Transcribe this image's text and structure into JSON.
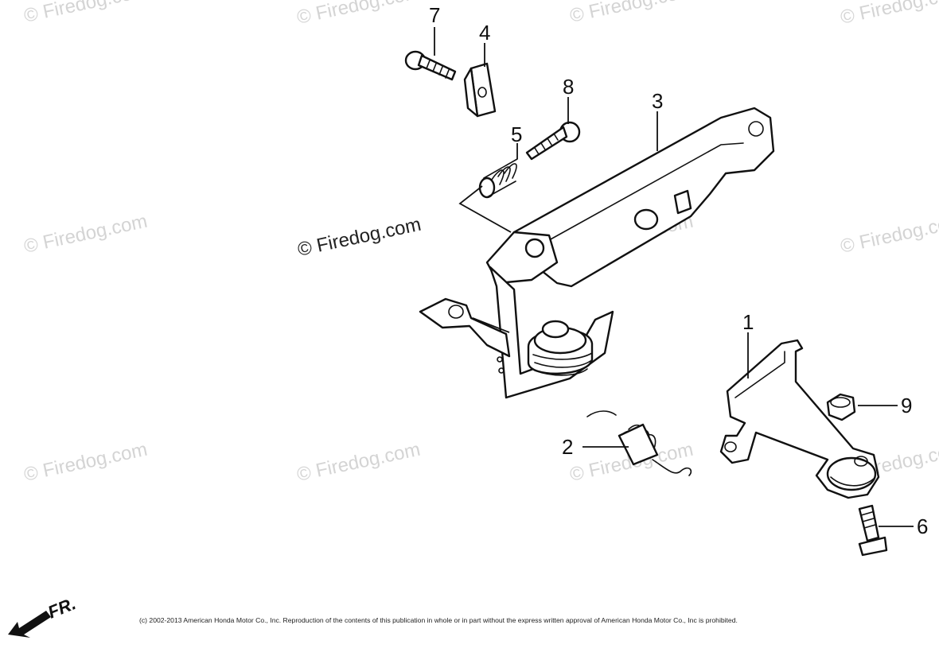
{
  "watermark_text": "© Firedog.com",
  "watermark_main": "© Firedog.com",
  "callouts": {
    "c1": "1",
    "c2": "2",
    "c3": "3",
    "c4": "4",
    "c5": "5",
    "c6": "6",
    "c7": "7",
    "c8": "8",
    "c9": "9"
  },
  "front_marker": "FR.",
  "copyright": "(c) 2002-2013 American Honda Motor Co., Inc. Reproduction of the contents of this publication in whole or in part without the express written approval of American Honda Motor Co., Inc is prohibited.",
  "colors": {
    "line": "#111111",
    "watermark": "#d4d4d4"
  }
}
